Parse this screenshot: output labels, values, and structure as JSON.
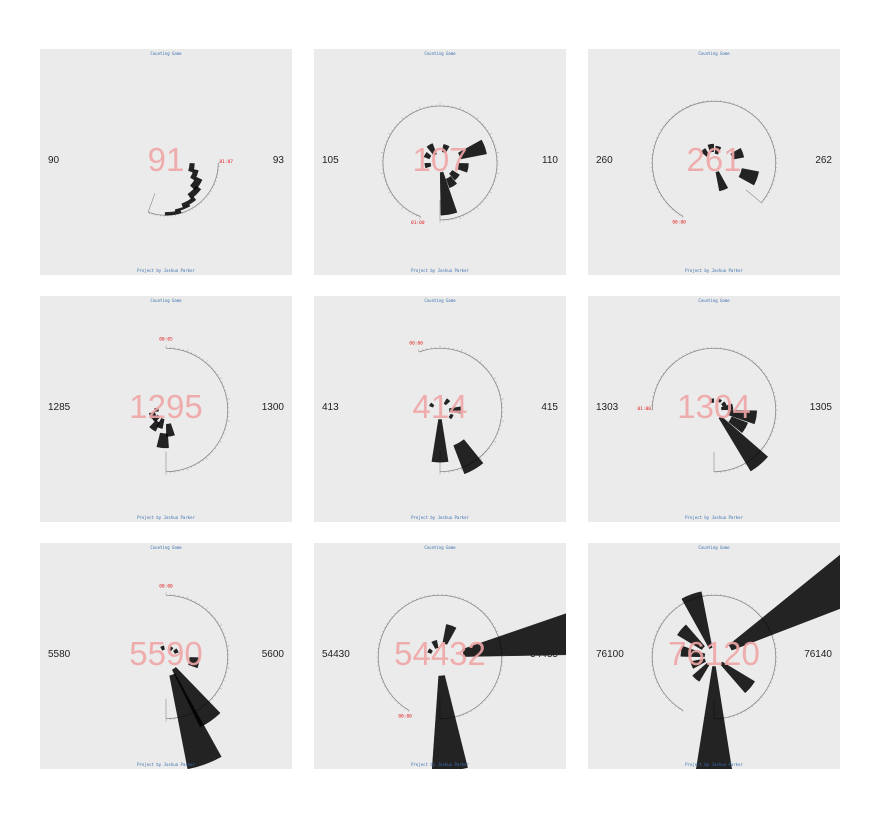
{
  "header": {
    "title": "Counting Game",
    "footer": "Project by Joshua Parker"
  },
  "colors": {
    "background": "#ffffff",
    "panel": "#ebebeb",
    "wedge": "#000000",
    "ring": "#888888",
    "start_label": "#e02020",
    "big_number": "#f0a6a6",
    "header": "#3b6fb0"
  },
  "chart_data": [
    {
      "type": "radial-bar",
      "title": "Counting Game",
      "footer": "Project by Joshua Parker",
      "range_start": "90",
      "range_end": "93",
      "number": "91",
      "start_label": "01:07",
      "ring_arc": [
        90,
        200
      ],
      "ring_r": 0.55,
      "bars": [
        [
          100,
          0.25,
          0.3
        ],
        [
          112,
          0.3,
          0.35
        ],
        [
          124,
          0.35,
          0.42
        ],
        [
          136,
          0.4,
          0.46
        ],
        [
          150,
          0.46,
          0.5
        ],
        [
          160,
          0.5,
          0.52
        ],
        [
          172,
          0.52,
          0.55
        ]
      ]
    },
    {
      "type": "radial-bar",
      "title": "Counting Game",
      "footer": "Project by Joshua Parker",
      "range_start": "105",
      "range_end": "110",
      "number": "107",
      "start_label": "01:00",
      "ring_arc": [
        -160,
        180
      ],
      "ring_r": 0.6,
      "bars": [
        [
          -60,
          0.12,
          0.18
        ],
        [
          -30,
          0.1,
          0.22
        ],
        [
          20,
          0.12,
          0.2
        ],
        [
          70,
          0.22,
          0.5
        ],
        [
          100,
          0.2,
          0.3
        ],
        [
          130,
          0.15,
          0.24
        ],
        [
          150,
          0.18,
          0.28
        ],
        [
          170,
          0.1,
          0.55
        ],
        [
          -100,
          0.1,
          0.16
        ]
      ]
    },
    {
      "type": "radial-bar",
      "title": "Counting Game",
      "footer": "Project by Joshua Parker",
      "range_start": "260",
      "range_end": "262",
      "number": "261",
      "start_label": "00:00",
      "ring_arc": [
        -150,
        130
      ],
      "ring_r": 0.65,
      "bars": [
        [
          -40,
          0.1,
          0.18
        ],
        [
          -10,
          0.12,
          0.2
        ],
        [
          15,
          0.1,
          0.18
        ],
        [
          70,
          0.2,
          0.32
        ],
        [
          110,
          0.3,
          0.48
        ],
        [
          160,
          0.1,
          0.3
        ]
      ]
    },
    {
      "type": "radial-bar",
      "title": "Counting Game",
      "footer": "Project by Joshua Parker",
      "range_start": "1285",
      "range_end": "1300",
      "number": "1295",
      "start_label": "00:05",
      "ring_arc": [
        0,
        180
      ],
      "ring_r": 0.65,
      "bars": [
        [
          170,
          0.15,
          0.28
        ],
        [
          185,
          0.25,
          0.4
        ],
        [
          200,
          0.1,
          0.2
        ],
        [
          215,
          0.15,
          0.25
        ],
        [
          230,
          0.1,
          0.17
        ],
        [
          250,
          0.12,
          0.18
        ],
        [
          270,
          0.08,
          0.12
        ]
      ]
    },
    {
      "type": "radial-bar",
      "title": "Counting Game",
      "footer": "Project by Joshua Parker",
      "range_start": "413",
      "range_end": "415",
      "number": "414",
      "start_label": "00:00",
      "ring_arc": [
        -20,
        180
      ],
      "ring_r": 0.65,
      "bars": [
        [
          90,
          0.1,
          0.22
        ],
        [
          120,
          0.12,
          0.15
        ],
        [
          150,
          0.4,
          0.72
        ],
        [
          180,
          0.1,
          0.55
        ],
        [
          -60,
          0.08,
          0.12
        ],
        [
          40,
          0.08,
          0.14
        ]
      ]
    },
    {
      "type": "radial-bar",
      "title": "Counting Game",
      "footer": "Project by Joshua Parker",
      "range_start": "1303",
      "range_end": "1305",
      "number": "1304",
      "start_label": "01:00",
      "ring_arc": [
        -90,
        180
      ],
      "ring_r": 0.65,
      "bars": [
        [
          100,
          0.15,
          0.45
        ],
        [
          120,
          0.2,
          0.38
        ],
        [
          140,
          0.1,
          0.75
        ],
        [
          80,
          0.08,
          0.2
        ],
        [
          60,
          0.1,
          0.14
        ],
        [
          30,
          0.1,
          0.13
        ],
        [
          -10,
          0.08,
          0.12
        ]
      ]
    },
    {
      "type": "radial-bar",
      "title": "Counting Game",
      "footer": "Project by Joshua Parker",
      "range_start": "5580",
      "range_end": "5600",
      "number": "5590",
      "start_label": "00:00",
      "ring_arc": [
        0,
        180
      ],
      "ring_r": 0.65,
      "bars": [
        [
          100,
          0.25,
          0.35
        ],
        [
          145,
          0.15,
          0.82
        ],
        [
          160,
          0.2,
          1.2
        ],
        [
          60,
          0.1,
          0.14
        ],
        [
          30,
          0.08,
          0.12
        ],
        [
          -20,
          0.08,
          0.12
        ]
      ]
    },
    {
      "type": "radial-bar",
      "title": "Counting Game",
      "footer": "Project by Joshua Parker",
      "range_start": "54430",
      "range_end": "54435",
      "number": "54432",
      "start_label": "00:00",
      "ring_arc": [
        -150,
        180
      ],
      "ring_r": 0.65,
      "bars": [
        [
          80,
          0.25,
          1.8
        ],
        [
          175,
          0.2,
          1.2
        ],
        [
          20,
          0.15,
          0.35
        ],
        [
          -20,
          0.1,
          0.18
        ],
        [
          -60,
          0.1,
          0.14
        ]
      ]
    },
    {
      "type": "radial-bar",
      "title": "Counting Game",
      "footer": "Project by Joshua Parker",
      "range_start": "76100",
      "range_end": "76140",
      "number": "76120",
      "start_label": "",
      "ring_arc": [
        -150,
        180
      ],
      "ring_r": 0.65,
      "bars": [
        [
          60,
          0.2,
          2.0
        ],
        [
          130,
          0.1,
          0.5
        ],
        [
          180,
          0.1,
          1.5
        ],
        [
          -20,
          0.1,
          0.7
        ],
        [
          -50,
          0.15,
          0.45
        ],
        [
          -80,
          0.1,
          0.35
        ],
        [
          -110,
          0.1,
          0.25
        ],
        [
          -140,
          0.1,
          0.3
        ]
      ]
    }
  ]
}
